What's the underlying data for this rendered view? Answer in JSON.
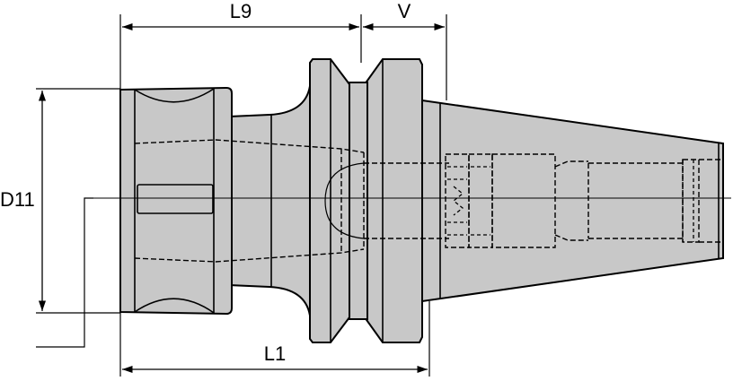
{
  "labels": {
    "l9": "L9",
    "v": "V",
    "d11": "D11",
    "l1": "L1"
  },
  "colors": {
    "body_fill": "#c8c8c8",
    "line": "#000000",
    "background": "#ffffff"
  }
}
